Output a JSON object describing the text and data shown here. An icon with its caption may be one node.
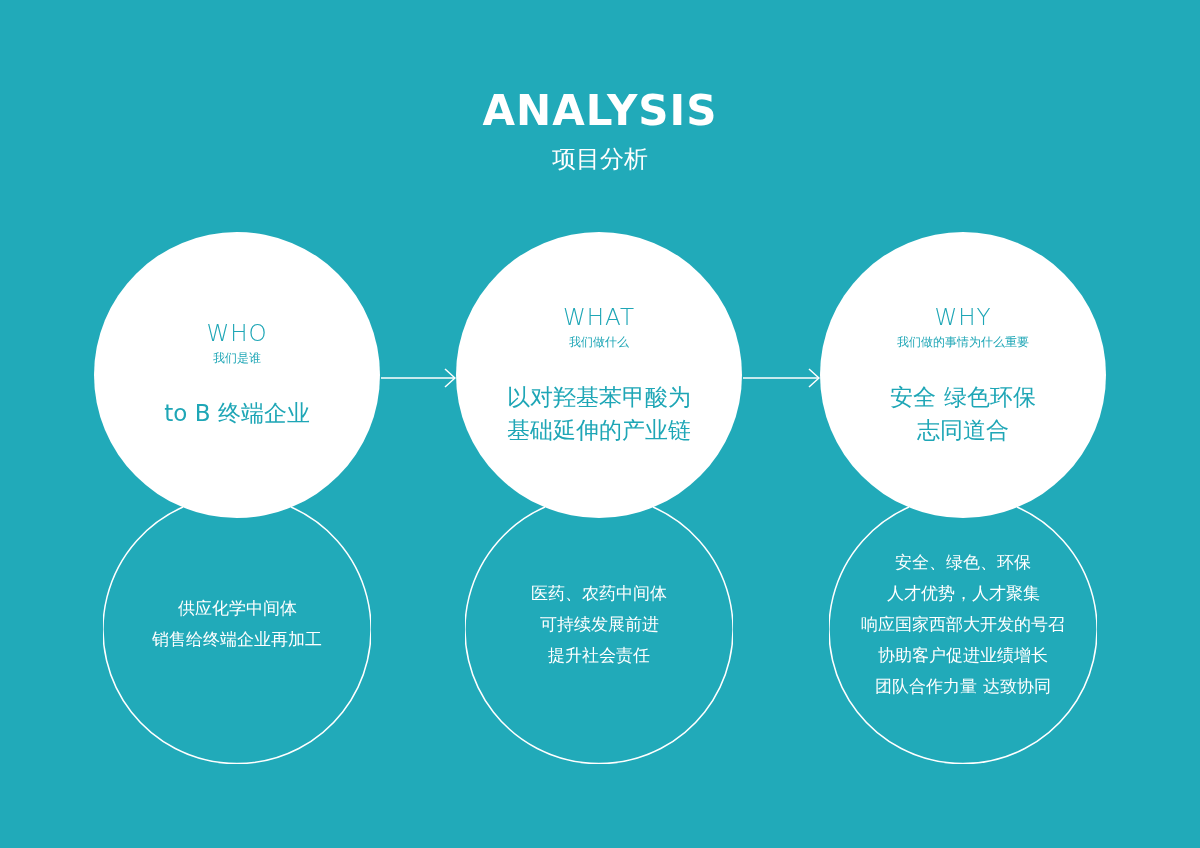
{
  "diagram": {
    "title": "ANALYSIS",
    "nodes": [
      {
        "text": [
          "WHO",
          "我们是谁",
          "to B 终端企业"
        ]
      },
      {
        "text": [
          "WHAT",
          "我们做什么",
          "以对羟基苯甲酸为基础延伸的产业链"
        ]
      },
      {
        "text": [
          "WHY",
          "我们做的事情为什么重要",
          "安全 绿色环保",
          "志同道合"
        ]
      },
      {
        "text": [
          "供应化学中间体",
          "销售给终端企业再加工"
        ]
      },
      {
        "text": [
          "医药、农药中间体",
          "可持续发展前进",
          "提升社会责任"
        ]
      },
      {
        "text": [
          "安全、绿色、环保",
          "人才优势，人才聚集",
          "响应国家西部大开发的号召",
          "协助客户促进业绩增长",
          "团队合作力量 达致协同"
        ]
      }
    ],
    "edges": [
      {
        "from": 0,
        "to": 1,
        "arrow": "to"
      },
      {
        "from": 1,
        "to": 2,
        "arrow": "to"
      }
    ],
    "labels": [
      "项目分析"
    ]
  }
}
